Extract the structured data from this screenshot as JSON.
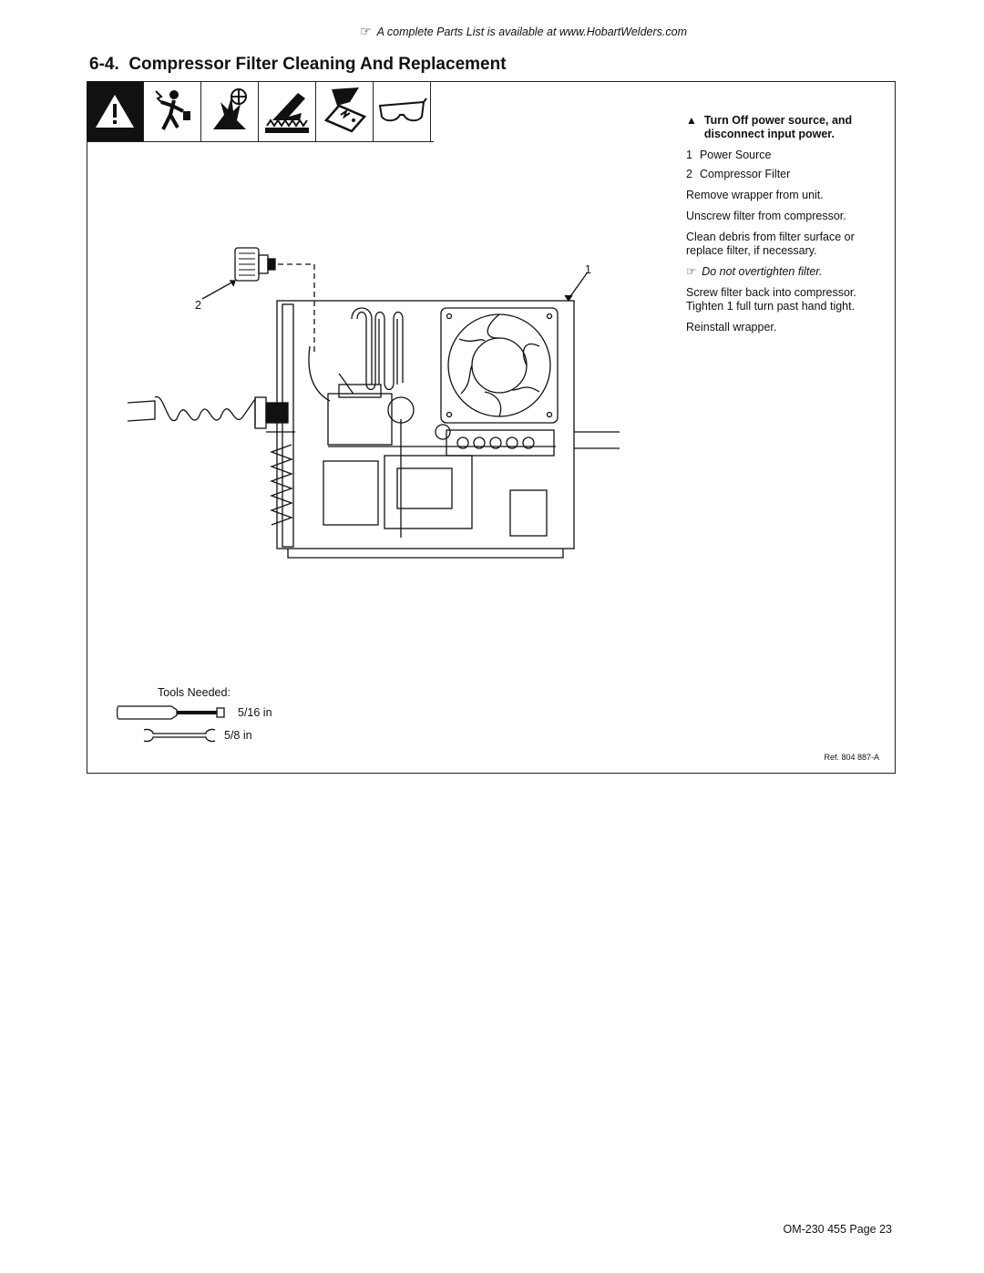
{
  "header": {
    "hand_icon": "pointing-hand-icon",
    "note": "A complete Parts List is available at www.HobartWelders.com"
  },
  "section": {
    "number": "6-4.",
    "title": "Compressor Filter Cleaning And Replacement"
  },
  "hazard_icons": [
    "warning-triangle-icon",
    "electric-shock-icon",
    "moving-parts-icon",
    "hot-parts-icon",
    "static-electricity-icon",
    "safety-glasses-icon"
  ],
  "instructions": {
    "warning": "Turn Off power source, and disconnect input power.",
    "items": [
      {
        "num": "1",
        "label": "Power Source"
      },
      {
        "num": "2",
        "label": "Compressor Filter"
      }
    ],
    "step1": "Remove wrapper from unit.",
    "step2": "Unscrew filter from compressor.",
    "step3": "Clean debris from filter surface or replace filter, if necessary.",
    "note": "Do not overtighten filter.",
    "step4": "Screw filter back into compressor. Tighten 1 full turn past hand tight.",
    "step5": "Reinstall wrapper."
  },
  "callouts": {
    "c1": "1",
    "c2": "2"
  },
  "tools": {
    "heading": "Tools Needed:",
    "screwdriver": "5/16 in",
    "wrench": "5/8 in"
  },
  "ref": "Ref. 804 887-A",
  "footer": "OM-230 455 Page 23"
}
